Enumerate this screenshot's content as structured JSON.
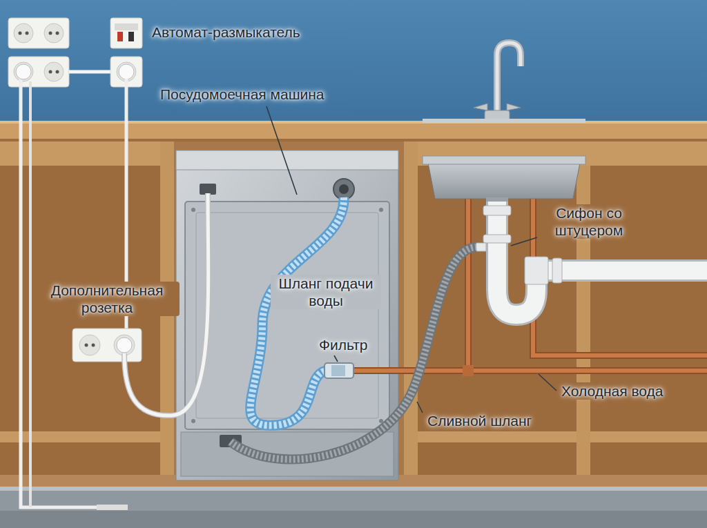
{
  "diagram": {
    "labels": [
      "Автомат-размыкатель",
      "Посудомоечная машина",
      "Дополнительная розетка",
      "Шланг подачи воды",
      "Фильтр",
      "Сифон со штуцером",
      "Холодная вода",
      "Сливной шланг"
    ]
  }
}
